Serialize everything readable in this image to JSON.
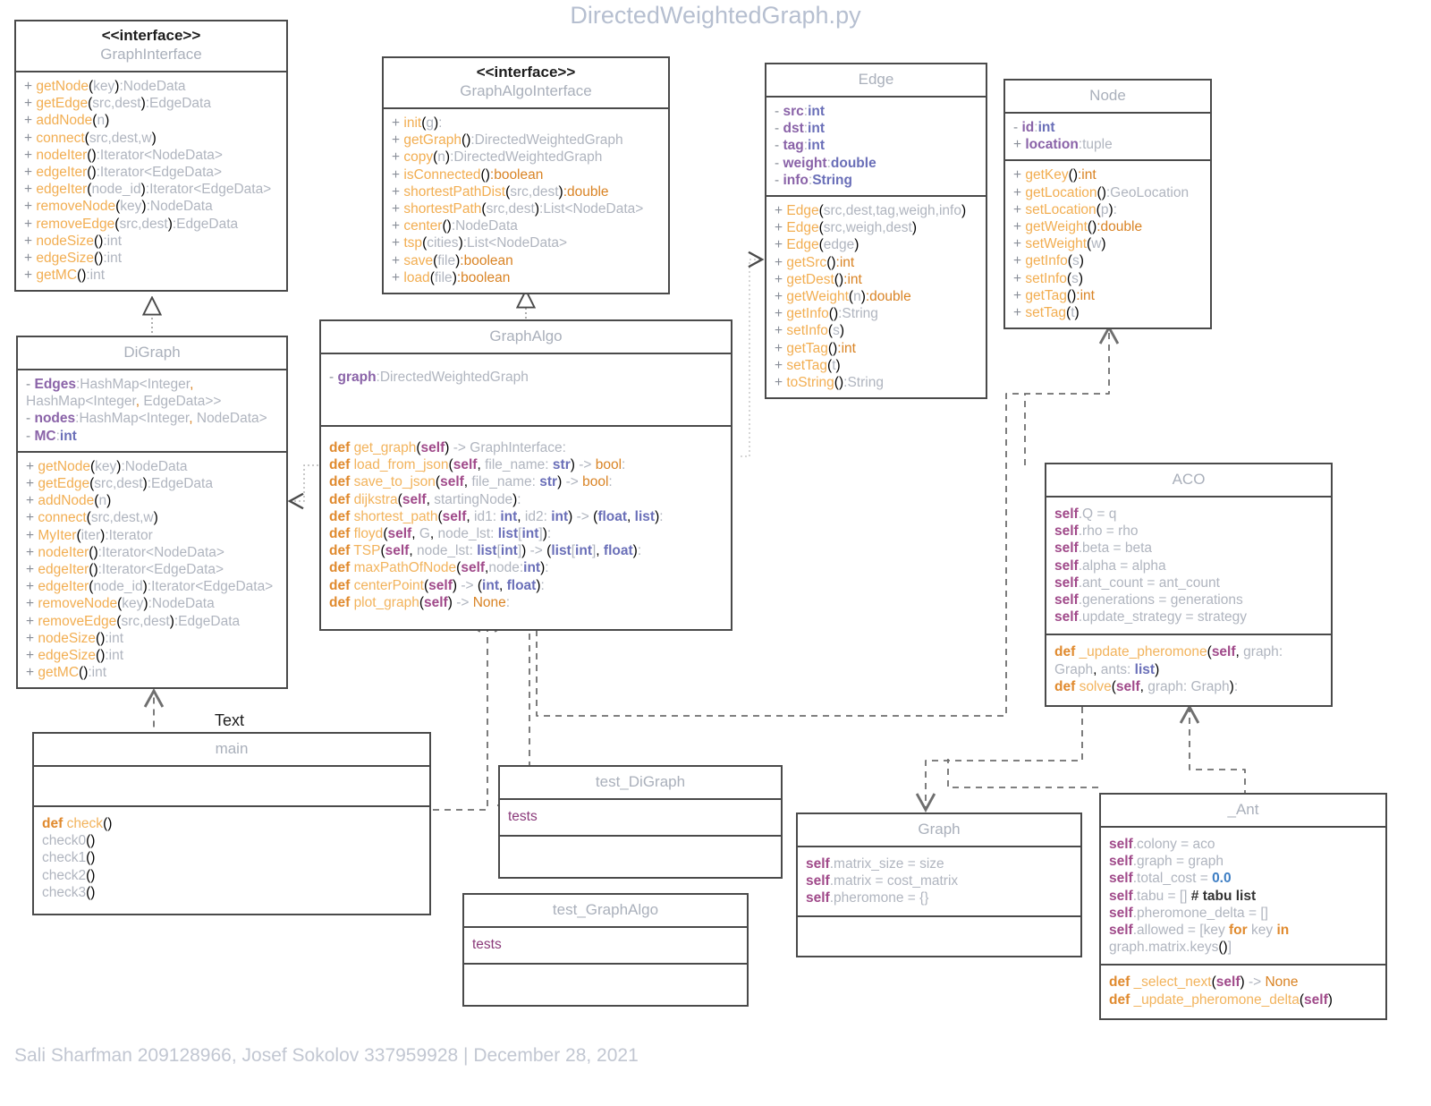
{
  "page": {
    "title": "DirectedWeightedGraph.py",
    "footer": "Sali Sharfman 209128966, Josef Sokolov 337959928 |  December 28, 2021",
    "free_labels": [
      {
        "text": "Text"
      }
    ]
  },
  "colors": {
    "title": "#b6bfd0",
    "footer": "#c2c7d2",
    "box_border": "#4a4a4a",
    "class_name": "#aab0bb",
    "method_orange": "#f2ae52",
    "type_gray": "#b0b5bf",
    "primitive_blue": "#6a6fb8",
    "attribute_purple": "#8a63a8",
    "return_orange": "#d98324",
    "self_magenta": "#a04a8a",
    "connector_gray": "#8a8a8a",
    "tests_purple": "#8a3a7a"
  },
  "classes": {
    "graph_interface": {
      "stereotype": "<<interface>>",
      "name": "GraphInterface",
      "methods": [
        {
          "vis": "+",
          "name": "getNode",
          "params": "key",
          "ret": "NodeData",
          "ret_kind": "gray"
        },
        {
          "vis": "+",
          "name": "getEdge",
          "params": "src,dest",
          "ret": "EdgeData",
          "ret_kind": "gray"
        },
        {
          "vis": "+",
          "name": "addNode",
          "params": "n",
          "ret": "",
          "ret_kind": "none"
        },
        {
          "vis": "+",
          "name": "connect",
          "params": "src,dest,w",
          "ret": "",
          "ret_kind": "none"
        },
        {
          "vis": "+",
          "name": "nodeIter",
          "params": "",
          "ret": "Iterator<NodeData>",
          "ret_kind": "gray"
        },
        {
          "vis": "+",
          "name": "edgeIter",
          "params": "",
          "ret": "Iterator<EdgeData>",
          "ret_kind": "gray"
        },
        {
          "vis": "+",
          "name": "edgeIter",
          "params": "node_id",
          "ret": "Iterator<EdgeData>",
          "ret_kind": "gray"
        },
        {
          "vis": "+",
          "name": "removeNode",
          "params": "key",
          "ret": "NodeData",
          "ret_kind": "gray"
        },
        {
          "vis": "+",
          "name": "removeEdge",
          "params": "src,dest",
          "ret": "EdgeData",
          "ret_kind": "gray"
        },
        {
          "vis": "+",
          "name": "nodeSize",
          "params": "",
          "ret": "int",
          "ret_kind": "gray"
        },
        {
          "vis": "+",
          "name": "edgeSize",
          "params": "",
          "ret": "int",
          "ret_kind": "gray"
        },
        {
          "vis": "+",
          "name": "getMC",
          "params": "",
          "ret": "int",
          "ret_kind": "gray"
        }
      ]
    },
    "graph_algo_interface": {
      "stereotype": "<<interface>>",
      "name": "GraphAlgoInterface",
      "methods": [
        {
          "vis": "+",
          "name": "init",
          "params": "g",
          "ret": "",
          "ret_kind": "colon"
        },
        {
          "vis": "+",
          "name": "getGraph",
          "params": "",
          "ret": "DirectedWeightedGraph",
          "ret_kind": "gray"
        },
        {
          "vis": "+",
          "name": "copy",
          "params": "n",
          "ret": "DirectedWeightedGraph",
          "ret_kind": "gray"
        },
        {
          "vis": "+",
          "name": "isConnected",
          "params": "",
          "ret": "boolean",
          "ret_kind": "orange"
        },
        {
          "vis": "+",
          "name": "shortestPathDist",
          "params": "src,dest",
          "ret": "double",
          "ret_kind": "orange"
        },
        {
          "vis": "+",
          "name": "shortestPath",
          "params": "src,dest",
          "ret": "List<NodeData>",
          "ret_kind": "gray"
        },
        {
          "vis": "+",
          "name": "center",
          "params": "",
          "ret": "NodeData",
          "ret_kind": "gray"
        },
        {
          "vis": "+",
          "name": "tsp",
          "params": "cities",
          "ret": "List<NodeData>",
          "ret_kind": "gray"
        },
        {
          "vis": "+",
          "name": "save",
          "params": "file",
          "ret": "boolean",
          "ret_kind": "orange"
        },
        {
          "vis": "+",
          "name": "load",
          "params": "file",
          "ret": "boolean",
          "ret_kind": "orange"
        }
      ]
    },
    "edge": {
      "name": "Edge",
      "attributes": [
        {
          "vis": "-",
          "name": "src",
          "type": "int"
        },
        {
          "vis": "-",
          "name": "dst",
          "type": "int"
        },
        {
          "vis": "-",
          "name": "tag",
          "type": "int"
        },
        {
          "vis": "-",
          "name": "weight",
          "type": "double"
        },
        {
          "vis": "-",
          "name": "info",
          "type": "String"
        }
      ],
      "methods": [
        {
          "vis": "+",
          "name": "Edge",
          "params": "src,dest,tag,weigh,info",
          "ret": "",
          "ret_kind": "none"
        },
        {
          "vis": "+",
          "name": "Edge",
          "params": "src,weigh,dest",
          "ret": "",
          "ret_kind": "none"
        },
        {
          "vis": "+",
          "name": "Edge",
          "params": "edge",
          "ret": "",
          "ret_kind": "none"
        },
        {
          "vis": "+",
          "name": "getSrc",
          "params": "",
          "ret": "int",
          "ret_kind": "orange"
        },
        {
          "vis": "+",
          "name": "getDest",
          "params": "",
          "ret": "int",
          "ret_kind": "orange"
        },
        {
          "vis": "+",
          "name": "getWeight",
          "params": "n",
          "ret": "double",
          "ret_kind": "orange"
        },
        {
          "vis": "+",
          "name": "getInfo",
          "params": "",
          "ret": "String",
          "ret_kind": "gray"
        },
        {
          "vis": "+",
          "name": "setInfo",
          "params": "s",
          "ret": "",
          "ret_kind": "none"
        },
        {
          "vis": "+",
          "name": "getTag",
          "params": "",
          "ret": "int",
          "ret_kind": "orange"
        },
        {
          "vis": "+",
          "name": "setTag",
          "params": "t",
          "ret": "",
          "ret_kind": "none"
        },
        {
          "vis": "+",
          "name": "toString",
          "params": "",
          "ret": "String",
          "ret_kind": "gray"
        }
      ]
    },
    "node": {
      "name": "Node",
      "attributes": [
        {
          "vis": "-",
          "name": "id",
          "type": "int"
        },
        {
          "vis": "+",
          "name": "location",
          "type": "tuple",
          "type_kind": "gray"
        }
      ],
      "methods": [
        {
          "vis": "+",
          "name": "getKey",
          "params": "",
          "ret": "int",
          "ret_kind": "orange"
        },
        {
          "vis": "+",
          "name": "getLocation",
          "params": "",
          "ret": "GeoLocation",
          "ret_kind": "gray"
        },
        {
          "vis": "+",
          "name": "setLocation",
          "params": "p",
          "ret": "",
          "ret_kind": "colon"
        },
        {
          "vis": "+",
          "name": "getWeight",
          "params": "",
          "ret": "double",
          "ret_kind": "orange"
        },
        {
          "vis": "+",
          "name": "setWeight",
          "params": "w",
          "ret": "",
          "ret_kind": "none"
        },
        {
          "vis": "+",
          "name": "getInfo",
          "params": "s",
          "ret": "",
          "ret_kind": "none"
        },
        {
          "vis": "+",
          "name": "setInfo",
          "params": "s",
          "ret": "",
          "ret_kind": "none"
        },
        {
          "vis": "+",
          "name": "getTag",
          "params": "",
          "ret": "int",
          "ret_kind": "orange"
        },
        {
          "vis": "+",
          "name": "setTag",
          "params": "t",
          "ret": "",
          "ret_kind": "none"
        }
      ]
    },
    "digraph": {
      "name": "DiGraph",
      "attributes": [
        {
          "vis": "-",
          "name": "Edges",
          "type": "HashMap<Integer, HashMap<Integer, EdgeData>>",
          "type_kind": "gray"
        },
        {
          "vis": "-",
          "name": "nodes",
          "type": "HashMap<Integer, NodeData>",
          "type_kind": "gray"
        },
        {
          "vis": "-",
          "name": "MC",
          "type": "int"
        }
      ],
      "methods": [
        {
          "vis": "+",
          "name": "getNode",
          "params": "key",
          "ret": "NodeData",
          "ret_kind": "gray"
        },
        {
          "vis": "+",
          "name": "getEdge",
          "params": "src,dest",
          "ret": "EdgeData",
          "ret_kind": "gray"
        },
        {
          "vis": "+",
          "name": "addNode",
          "params": "n",
          "ret": "",
          "ret_kind": "none"
        },
        {
          "vis": "+",
          "name": "connect",
          "params": "src,dest,w",
          "ret": "",
          "ret_kind": "none"
        },
        {
          "vis": "+",
          "name": "MyIter",
          "params": "iter",
          "ret": "Iterator",
          "ret_kind": "gray"
        },
        {
          "vis": "+",
          "name": "nodeIter",
          "params": "",
          "ret": "Iterator<NodeData>",
          "ret_kind": "gray"
        },
        {
          "vis": "+",
          "name": "edgeIter",
          "params": "",
          "ret": "Iterator<EdgeData>",
          "ret_kind": "gray"
        },
        {
          "vis": "+",
          "name": "edgeIter",
          "params": "node_id",
          "ret": "Iterator<EdgeData>",
          "ret_kind": "gray"
        },
        {
          "vis": "+",
          "name": "removeNode",
          "params": "key",
          "ret": "NodeData",
          "ret_kind": "gray"
        },
        {
          "vis": "+",
          "name": "removeEdge",
          "params": "src,dest",
          "ret": "EdgeData",
          "ret_kind": "gray"
        },
        {
          "vis": "+",
          "name": "nodeSize",
          "params": "",
          "ret": "int",
          "ret_kind": "gray"
        },
        {
          "vis": "+",
          "name": "edgeSize",
          "params": "",
          "ret": "int",
          "ret_kind": "gray"
        },
        {
          "vis": "+",
          "name": "getMC",
          "params": "",
          "ret": "int",
          "ret_kind": "gray"
        }
      ]
    },
    "graph_algo": {
      "name": "GraphAlgo",
      "attributes": [
        {
          "vis": "-",
          "name": "graph",
          "type": "DirectedWeightedGraph",
          "type_kind": "gray"
        }
      ],
      "py_methods": [
        "def get_graph(self) -> GraphInterface:",
        "def load_from_json(self, file_name: str) -> bool:",
        "def save_to_json(self, file_name: str) -> bool:",
        "def dijkstra(self, startingNode):",
        "def shortest_path(self, id1: int, id2: int) -> (float, list):",
        "def floyd(self, G, node_lst: list[int]):",
        "def TSP(self, node_lst: list[int]) -> (list[int], float):",
        "def maxPathOfNode(self,node:int):",
        "def centerPoint(self) -> (int, float):",
        "def plot_graph(self) -> None:"
      ]
    },
    "aco": {
      "name": "ACO",
      "py_attributes": [
        "self.Q = q",
        "self.rho = rho",
        "self.beta = beta",
        "self.alpha = alpha",
        "self.ant_count = ant_count",
        "self.generations = generations",
        "self.update_strategy = strategy"
      ],
      "py_methods": [
        "def _update_pheromone(self, graph: Graph, ants: list)",
        "def solve(self, graph: Graph):"
      ]
    },
    "ant": {
      "name": "_Ant",
      "py_attributes": [
        "self.colony = aco",
        "self.graph = graph",
        "self.total_cost = 0.0",
        "self.tabu = []  # tabu list",
        "self.pheromone_delta = []",
        "self.allowed = [key for key in graph.matrix.keys()]"
      ],
      "py_methods": [
        "def _select_next(self) -> None",
        "def _update_pheromone_delta(self)"
      ]
    },
    "graph": {
      "name": "Graph",
      "py_attributes": [
        "self.matrix_size = size",
        "self.matrix = cost_matrix",
        "self.pheromone = {}"
      ],
      "py_methods": []
    },
    "main": {
      "name": "main",
      "attributes": [],
      "py_methods": [
        "def check()",
        "check0()",
        "check1()",
        "check2()",
        "check3()"
      ]
    },
    "test_digraph": {
      "name": "test_DiGraph",
      "tests_label": "tests"
    },
    "test_graphalgo": {
      "name": "test_GraphAlgo",
      "tests_label": "tests"
    }
  }
}
